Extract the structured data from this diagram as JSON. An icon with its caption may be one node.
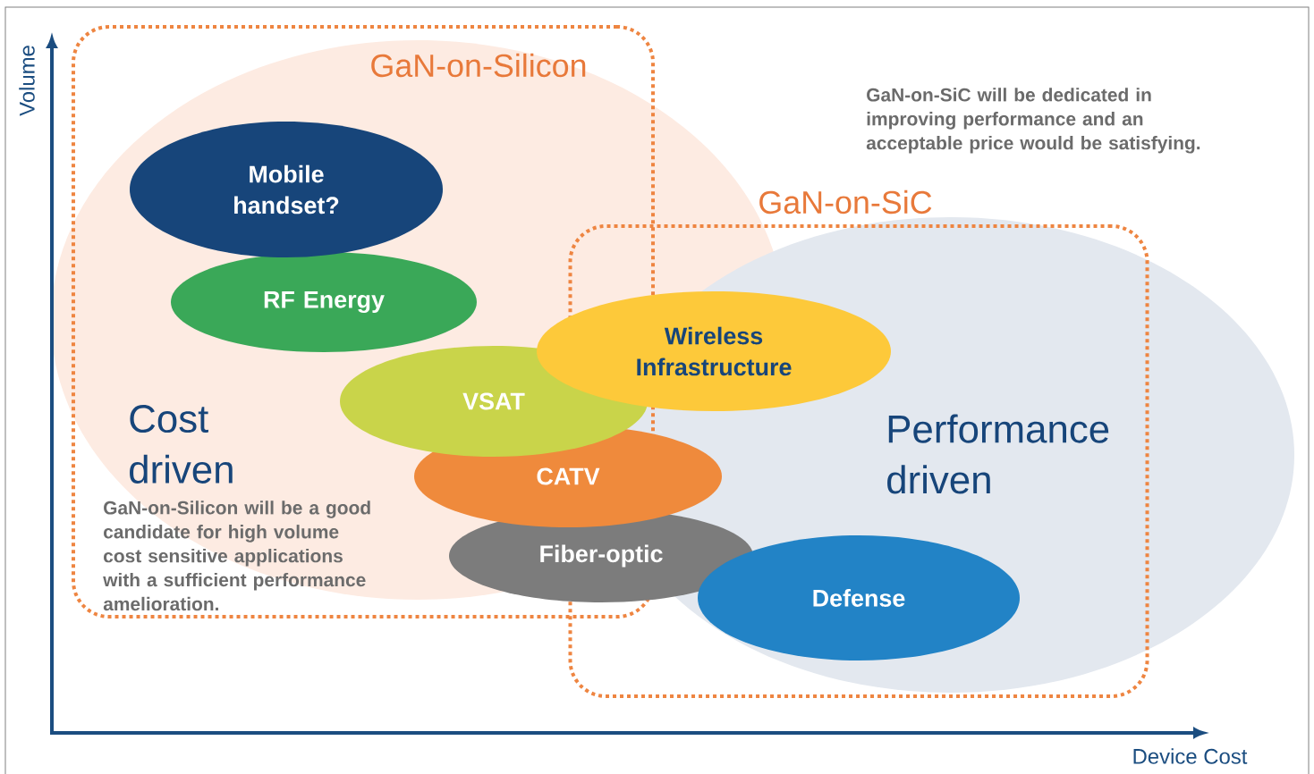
{
  "diagram": {
    "nodes": [
      {
        "text": [
          "GaN-on-Silicon"
        ]
      },
      {
        "text": [
          "GaN-on-SiC"
        ]
      },
      {
        "text": [
          "Mobile handset?"
        ],
        "in": 0
      },
      {
        "text": [
          "RF Energy"
        ],
        "in": 0
      },
      {
        "text": [
          "Wireless Infrastructure"
        ]
      },
      {
        "text": [
          "VSAT"
        ],
        "in": 0
      },
      {
        "text": [
          "CATV"
        ]
      },
      {
        "text": [
          "Fiber-optic"
        ]
      },
      {
        "text": [
          "Defense"
        ],
        "in": 1
      }
    ],
    "labels": [
      "Volume",
      "GaN-on-SiC will be dedicated in improving performance and an acceptable price would be satisfying.",
      "Cost driven",
      "Performance driven",
      "GaN-on-Silicon will be a good candidate for high volume cost sensitive applications with a sufficient performance amelioration.",
      "Device Cost"
    ]
  }
}
